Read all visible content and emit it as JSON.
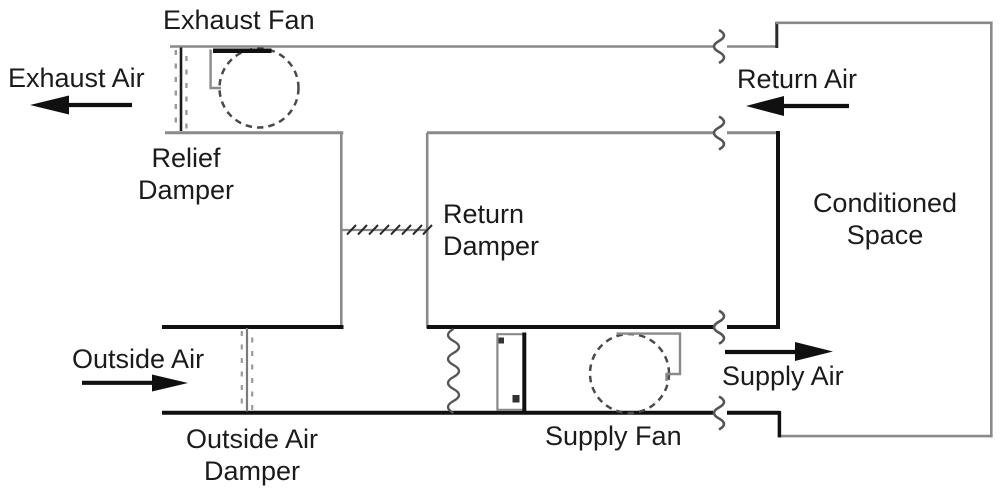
{
  "diagram": {
    "type": "hvac-air-handling-unit-economizer-schematic",
    "labels": {
      "exhaust_fan": "Exhaust Fan",
      "exhaust_air": "Exhaust Air",
      "relief_damper": [
        "Relief",
        "Damper"
      ],
      "return_damper": [
        "Return",
        "Damper"
      ],
      "return_air": "Return Air",
      "conditioned_space": [
        "Conditioned",
        "Space"
      ],
      "outside_air": "Outside Air",
      "outside_air_damper": [
        "Outside Air",
        "Damper"
      ],
      "supply_fan": "Supply Fan",
      "supply_air": "Supply Air"
    },
    "icons": {
      "exhaust_air_arrow": "arrow-left",
      "return_air_arrow": "arrow-left",
      "outside_air_arrow": "arrow-right",
      "supply_air_arrow": "arrow-right",
      "fan_symbol": "centrifugal-fan-scroll",
      "damper_symbol": "hatched-damper-line",
      "filter_symbol": "vertical-wavy-line",
      "duct_break_symbol": "s-squiggle"
    },
    "colors": {
      "duct_gray": "#8a8a8a",
      "duct_black": "#101010",
      "accent_dark": "#555555",
      "text": "#1b1b1b",
      "background": "#ffffff"
    }
  }
}
